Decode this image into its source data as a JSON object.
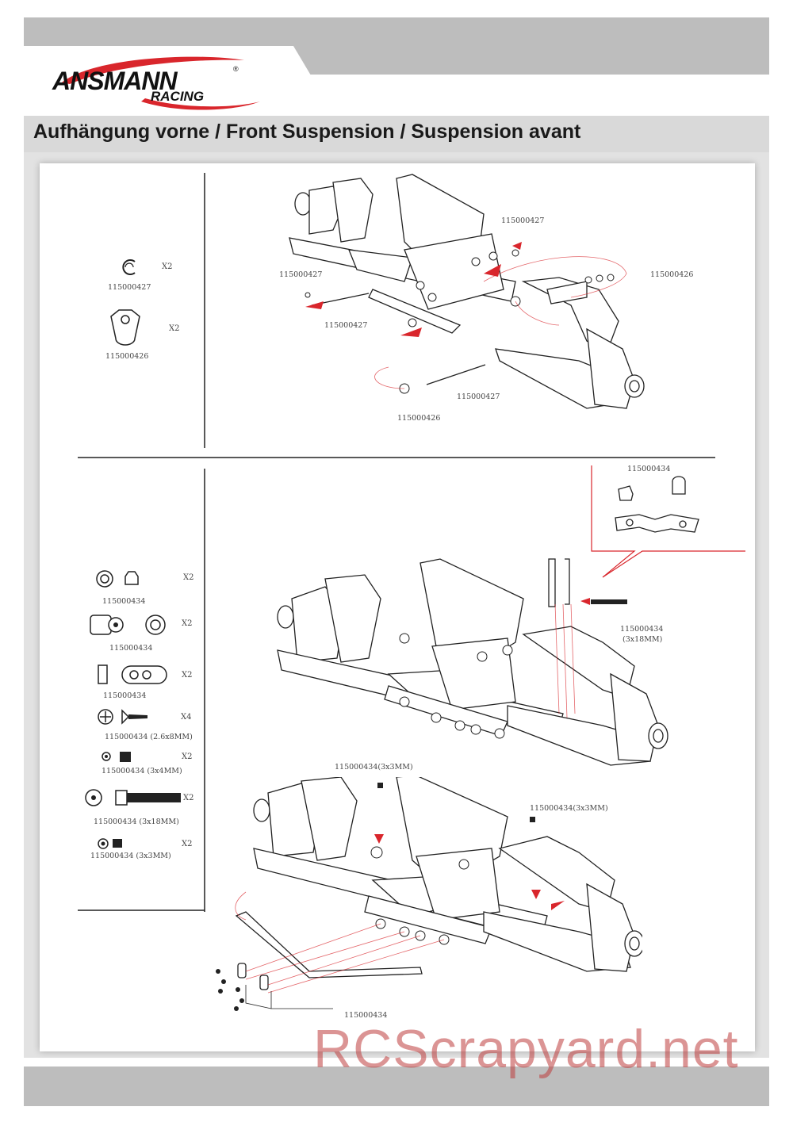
{
  "brand": {
    "name": "ANSMANN",
    "sub": "RACING",
    "registered": "®"
  },
  "section": {
    "title": "Aufhängung vorne / Front Suspension / Suspension avant"
  },
  "step1": {
    "parts": [
      {
        "code": "115000427",
        "qty": "X2"
      },
      {
        "code": "115000426",
        "qty": "X2"
      }
    ],
    "callouts": [
      "115000427",
      "115000426",
      "115000427",
      "115000427",
      "115000427",
      "115000426"
    ]
  },
  "step2": {
    "parts": [
      {
        "code": "115000434",
        "qty": "X2"
      },
      {
        "code": "115000434",
        "qty": "X2"
      },
      {
        "code": "115000434",
        "qty": "X2"
      },
      {
        "code": "115000434 (2.6x8MM)",
        "qty": "X4"
      },
      {
        "code": "115000434 (3x4MM)",
        "qty": "X2"
      },
      {
        "code": "115000434 (3x18MM)",
        "qty": "X2"
      },
      {
        "code": "115000434 (3x3MM)",
        "qty": "X2"
      }
    ],
    "callouts": {
      "inset": "115000434",
      "screw_code": "115000434",
      "screw_size": "(3x18MM)",
      "left_setscrew": "115000434(3x3MM)",
      "right_setscrew": "115000434(3x3MM)",
      "bottom": "115000434"
    }
  },
  "watermark": "RCScrapyard.net",
  "colors": {
    "band": "#bdbdbd",
    "accent": "#d9262c",
    "line": "#222222"
  }
}
